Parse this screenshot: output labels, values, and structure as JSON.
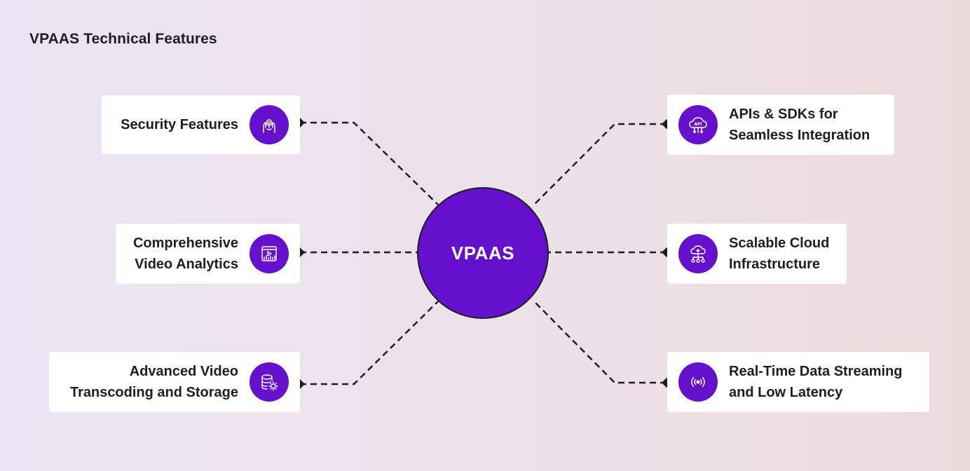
{
  "title": "VPAAS Technical Features",
  "hub": {
    "label": "VPAAS"
  },
  "colors": {
    "accent": "#6410cc",
    "card": "#ffffff",
    "text": "#1d1d24"
  },
  "features": {
    "left": [
      {
        "label": "Security Features",
        "icon": "hand-fingerprint-icon"
      },
      {
        "label": "Comprehensive\nVideo Analytics",
        "icon": "video-analytics-icon"
      },
      {
        "label": "Advanced Video\nTranscoding and Storage",
        "icon": "database-gear-icon"
      }
    ],
    "right": [
      {
        "label": "APIs & SDKs for\nSeamless Integration",
        "icon": "api-cloud-icon"
      },
      {
        "label": "Scalable Cloud\nInfrastructure",
        "icon": "cloud-network-icon"
      },
      {
        "label": "Real-Time Data Streaming\nand Low Latency",
        "icon": "broadcast-signal-icon"
      }
    ]
  }
}
